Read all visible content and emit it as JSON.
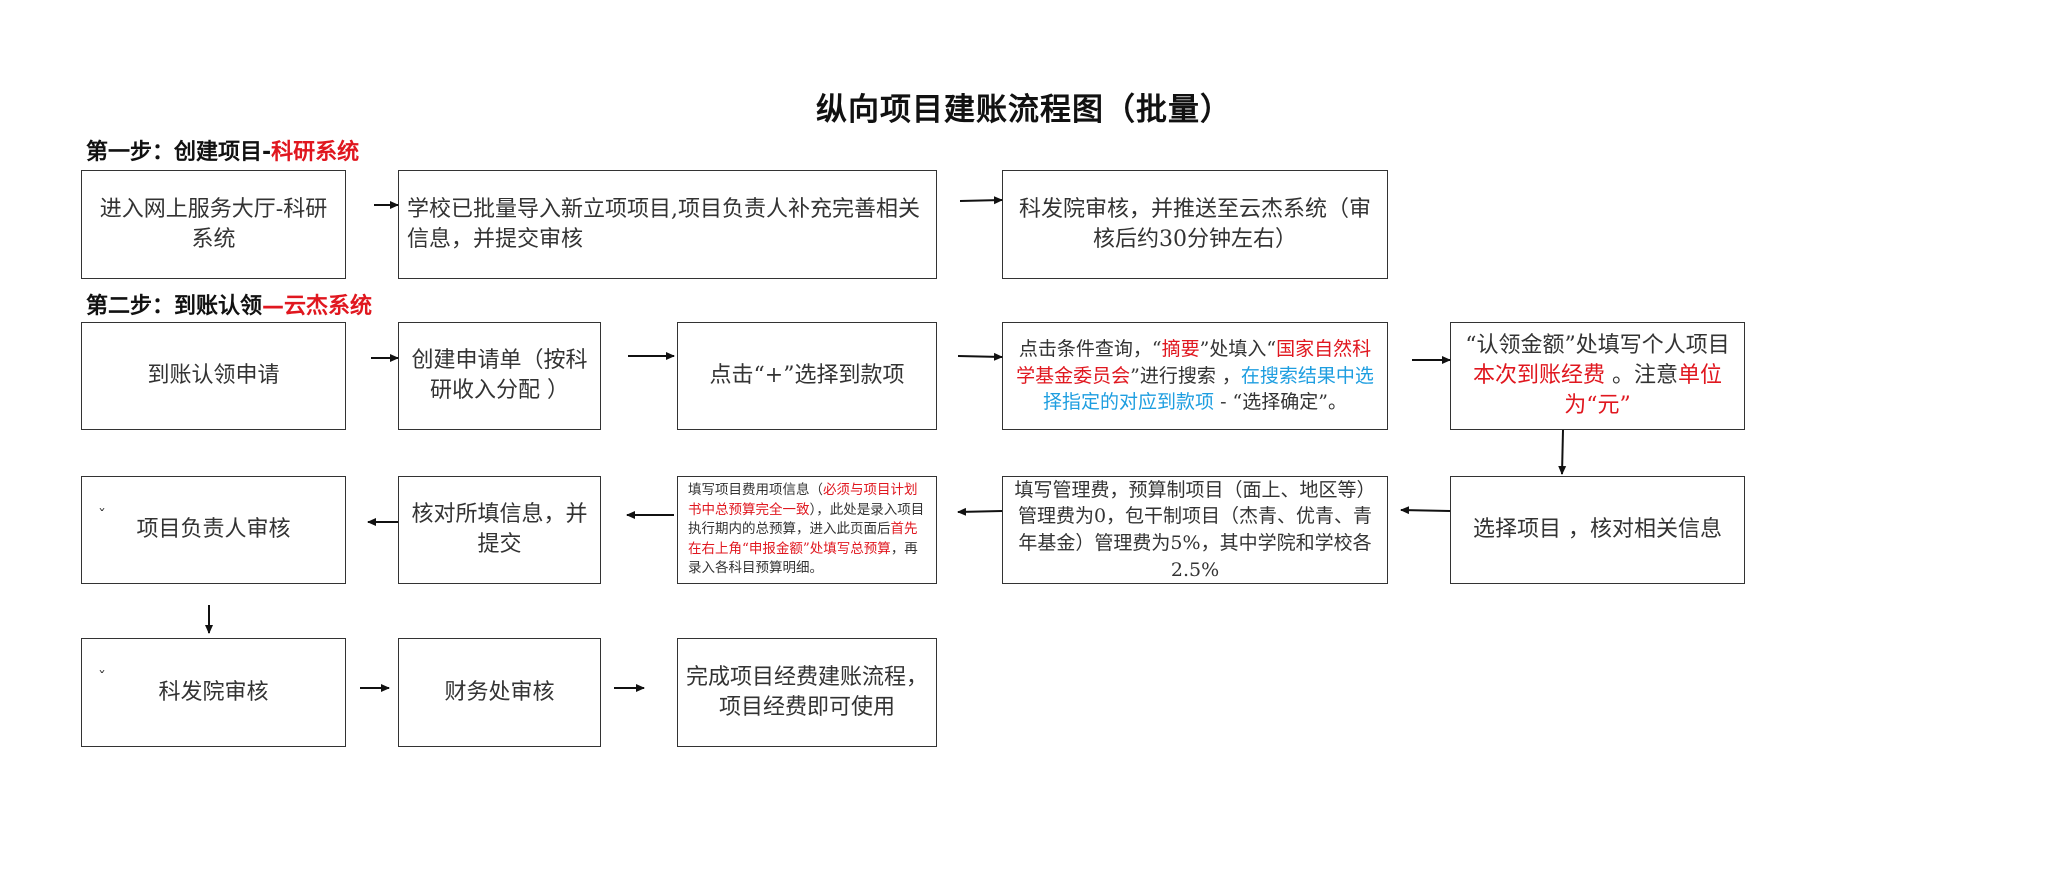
{
  "title": "纵向项目建账流程图（批量）",
  "step1": {
    "label": "第一步：创建项目-",
    "label_red": "科研系统"
  },
  "step2": {
    "label": "第二步：到账认领",
    "label_red": "—云杰系统"
  },
  "boxes": {
    "b1": "进入网上服务大厅-科研系统",
    "b2": "学校已批量导入新立项项目,项目负责人补充完善相关信息，并提交审核",
    "b3": "科发院审核，并推送至云杰系统（审核后约30分钟左右）",
    "b4": "到账认领申请",
    "b5": "创建申请单（按科研收入分配 ）",
    "b6": "点击“+”选择到款项",
    "b7": {
      "p1": "点击条件查询，“",
      "p2_red": "摘要",
      "p3": "”处填入“",
      "p4_red": "国家自然科学基金委员会",
      "p5": "”进行搜索 ，",
      "p6_blue": "在搜索结果中选择指定的对应到款项",
      "p7": " - “选择确定”。"
    },
    "b8": {
      "p1": "“认领金额”处填写个人项目",
      "p2_red": "本次到账经费",
      "p3": " 。注意",
      "p4_red": "单位为“元”"
    },
    "b9": "选择项目 ，核对相关信息",
    "b10": "填写管理费，预算制项目（面上、地区等）管理费为0，包干制项目（杰青、优青、青年基金）管理费为5%，其中学院和学校各2.5%",
    "b11": {
      "p1": "填写项目费用项信息（",
      "p2_red": "必须与项目计划书中总预算完全一致",
      "p3": "），此处是录入项目执行期内的总预算，进入此页面后",
      "p4_red": "首先在右上角“申报金额”处填写总预算",
      "p5": "，再录入各科目预算明细。"
    },
    "b12": "核对所填信息，并提交",
    "b13": "项目负责人审核",
    "b14": "科发院审核",
    "b15": "财务处审核",
    "b16": "完成项目经费建账流程，项目经费即可使用"
  },
  "tick_mark": "ˇ",
  "colors": {
    "red": "#e0171f",
    "blue": "#1e9ee0",
    "border": "#333333"
  }
}
